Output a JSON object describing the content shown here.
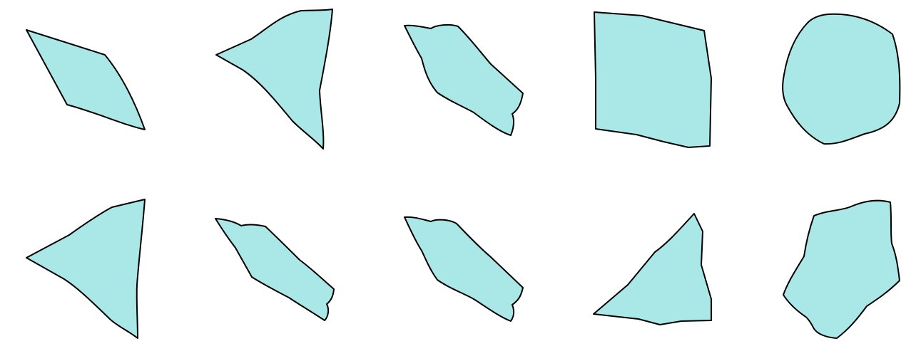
{
  "colors": {
    "shape_fill": "#aae8e8",
    "shape_stroke": "#000000",
    "background": "#ffffff"
  },
  "layout": {
    "rows": 2,
    "columns": 5
  },
  "shapes": [
    {
      "row": 1,
      "column": 1,
      "kind": "quadrilateral"
    },
    {
      "row": 1,
      "column": 2,
      "kind": "curved triangle"
    },
    {
      "row": 1,
      "column": 3,
      "kind": "irregular polygon"
    },
    {
      "row": 1,
      "column": 4,
      "kind": "quadrilateral"
    },
    {
      "row": 1,
      "column": 5,
      "kind": "rounded blob"
    },
    {
      "row": 2,
      "column": 1,
      "kind": "curved triangle"
    },
    {
      "row": 2,
      "column": 2,
      "kind": "irregular polygon"
    },
    {
      "row": 2,
      "column": 3,
      "kind": "irregular polygon"
    },
    {
      "row": 2,
      "column": 4,
      "kind": "irregular quadrilateral"
    },
    {
      "row": 2,
      "column": 5,
      "kind": "irregular polygon"
    }
  ]
}
